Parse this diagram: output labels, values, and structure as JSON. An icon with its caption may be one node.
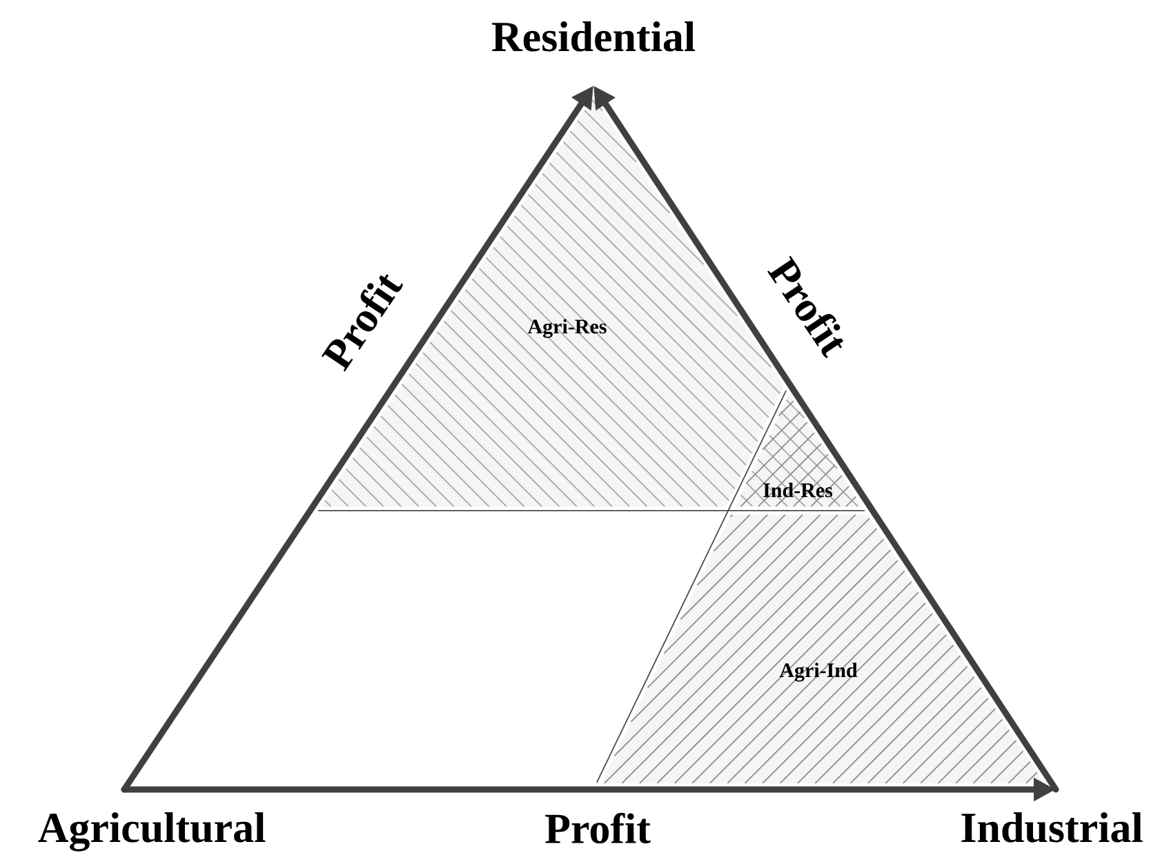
{
  "diagram": {
    "nodes": [
      {
        "text": [
          "Agricultural"
        ]
      },
      {
        "text": [
          "Industrial"
        ]
      },
      {
        "text": [
          "Residential"
        ]
      }
    ],
    "edges": [
      {
        "from": 0,
        "to": 2,
        "arrow": "to",
        "label": "Profit"
      },
      {
        "from": 1,
        "to": 2,
        "arrow": "to",
        "label": "Profit"
      },
      {
        "from": 0,
        "to": 1,
        "arrow": "to",
        "label": "Profit"
      }
    ],
    "labels": [
      "Agri-Res",
      "Ind-Res",
      "Agri-Ind"
    ]
  }
}
